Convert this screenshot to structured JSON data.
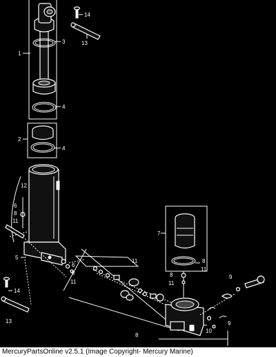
{
  "callouts": {
    "c1": "1",
    "c2": "2",
    "c3": "3",
    "c4a": "4",
    "c4b": "4",
    "c5": "5",
    "c6a": "6",
    "c6b": "6",
    "c7": "7",
    "c8a": "8",
    "c8b": "8",
    "c8c": "8",
    "c8d": "8",
    "c8e": "8",
    "c9a": "9",
    "c9b": "9",
    "c10": "10",
    "c11a": "11",
    "c11b": "11",
    "c11c": "11",
    "c11d": "11",
    "c11e": "11",
    "c12": "12",
    "c13a": "13",
    "c13b": "13",
    "c14a": "14",
    "c14b": "14"
  },
  "footer": {
    "text": "MercuryPartsOnline v2.5.1 (Image Copyright- Mercury Marine)"
  }
}
